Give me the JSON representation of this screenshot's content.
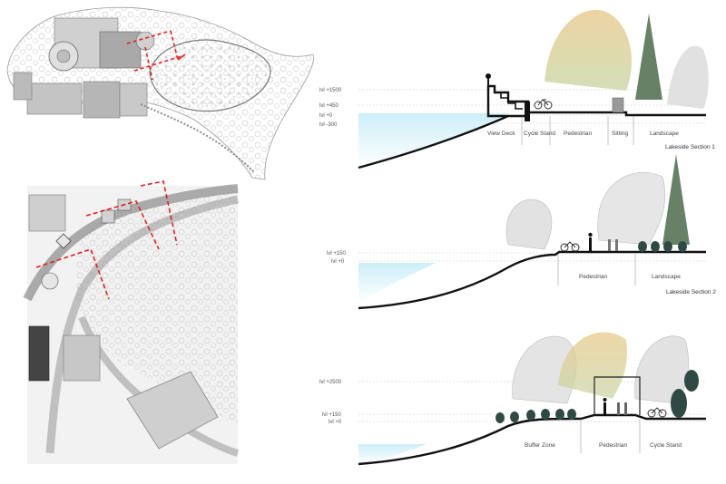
{
  "colors": {
    "water": "#bfe6f4",
    "ground": "#111111",
    "section_marker": "#e02020",
    "plan_gray": "#9a9a9a"
  },
  "plan_top": {
    "name": "site-master-plan"
  },
  "plan_bottom": {
    "name": "lakeside-enlarged-plan"
  },
  "sections": [
    {
      "title": "Lakeside Section 1",
      "levels": [
        "lvl +1500",
        "lvl +450",
        "lvl +0",
        "lvl -300"
      ],
      "zones": [
        "View Deck",
        "Cycle Stand",
        "Pedestrian",
        "Sitting",
        "Landscape"
      ]
    },
    {
      "title": "Lakeside Section 2",
      "levels": [
        "lvl +150",
        "lvl +0"
      ],
      "zones": [
        "Pedestrian",
        "Landscape"
      ]
    },
    {
      "title": "",
      "levels": [
        "lvl +2500",
        "lvl +150",
        "lvl +0"
      ],
      "zones": [
        "Buffer Zone",
        "Pedestrian",
        "Cycle Stand"
      ]
    }
  ]
}
